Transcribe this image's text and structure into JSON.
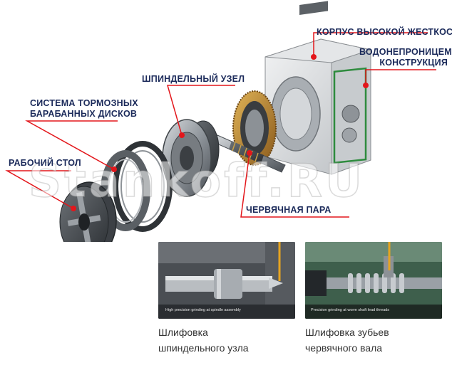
{
  "labels": {
    "housing": "КОРПУС ВЫСОКОЙ ЖЕСТКОСТИ",
    "waterproof_line1": "ВОДОНЕПРОНИЦЕМАЯ",
    "waterproof_line2": "КОНСТРУКЦИЯ",
    "spindle": "ШПИНДЕЛЬНЫЙ УЗЕЛ",
    "brake_line1": "СИСТЕМА ТОРМОЗНЫХ",
    "brake_line2": "БАРАБАННЫХ ДИСКОВ",
    "table": "РАБОЧИЙ СТОЛ",
    "worm_pair": "ЧЕРВЯЧНАЯ ПАРА"
  },
  "watermark": "Stankoff.RU",
  "photos": {
    "left_overlay": "High precision grinding at spindle assembly",
    "right_overlay": "Precision grinding at worm shaft lead threads"
  },
  "captions": {
    "left_line1": "Шлифовка",
    "left_line2": "шпиндельного узла",
    "right_line1": "Шлифовка зубьев",
    "right_line2": "червячного вала"
  },
  "colors": {
    "accent_red": "#e3161b",
    "label_navy": "#1b2a5a",
    "seal_green": "#2e8b3e",
    "worm_bronze": "#b8862e"
  }
}
